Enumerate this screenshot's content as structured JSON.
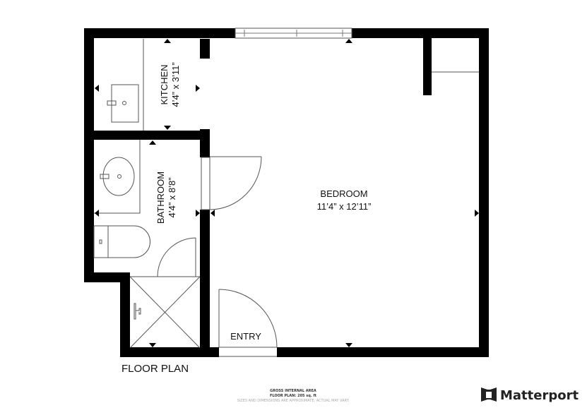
{
  "rooms": {
    "kitchen": {
      "name": "KITCHEN",
      "dims": "4’4” x 3’11”"
    },
    "bathroom": {
      "name": "BATHROOM",
      "dims": "4’4” x 8’8”"
    },
    "bedroom": {
      "name": "BEDROOM",
      "dims": "11’4” x 12’11”"
    },
    "entry": {
      "name": "ENTRY"
    }
  },
  "floor_label": "FLOOR PLAN",
  "footer": {
    "line1": "GROSS INTERNAL AREA",
    "line2": "FLOOR PLAN: 205 sq. ft",
    "line3": "SIZES AND DIMENSIONS ARE APPROXIMATE, ACTUAL MAY VARY."
  },
  "brand": {
    "name": "Matterport",
    "logo_icon": "matterport-logo-icon"
  },
  "colors": {
    "wall": "#000000",
    "fixture": "#555555"
  }
}
